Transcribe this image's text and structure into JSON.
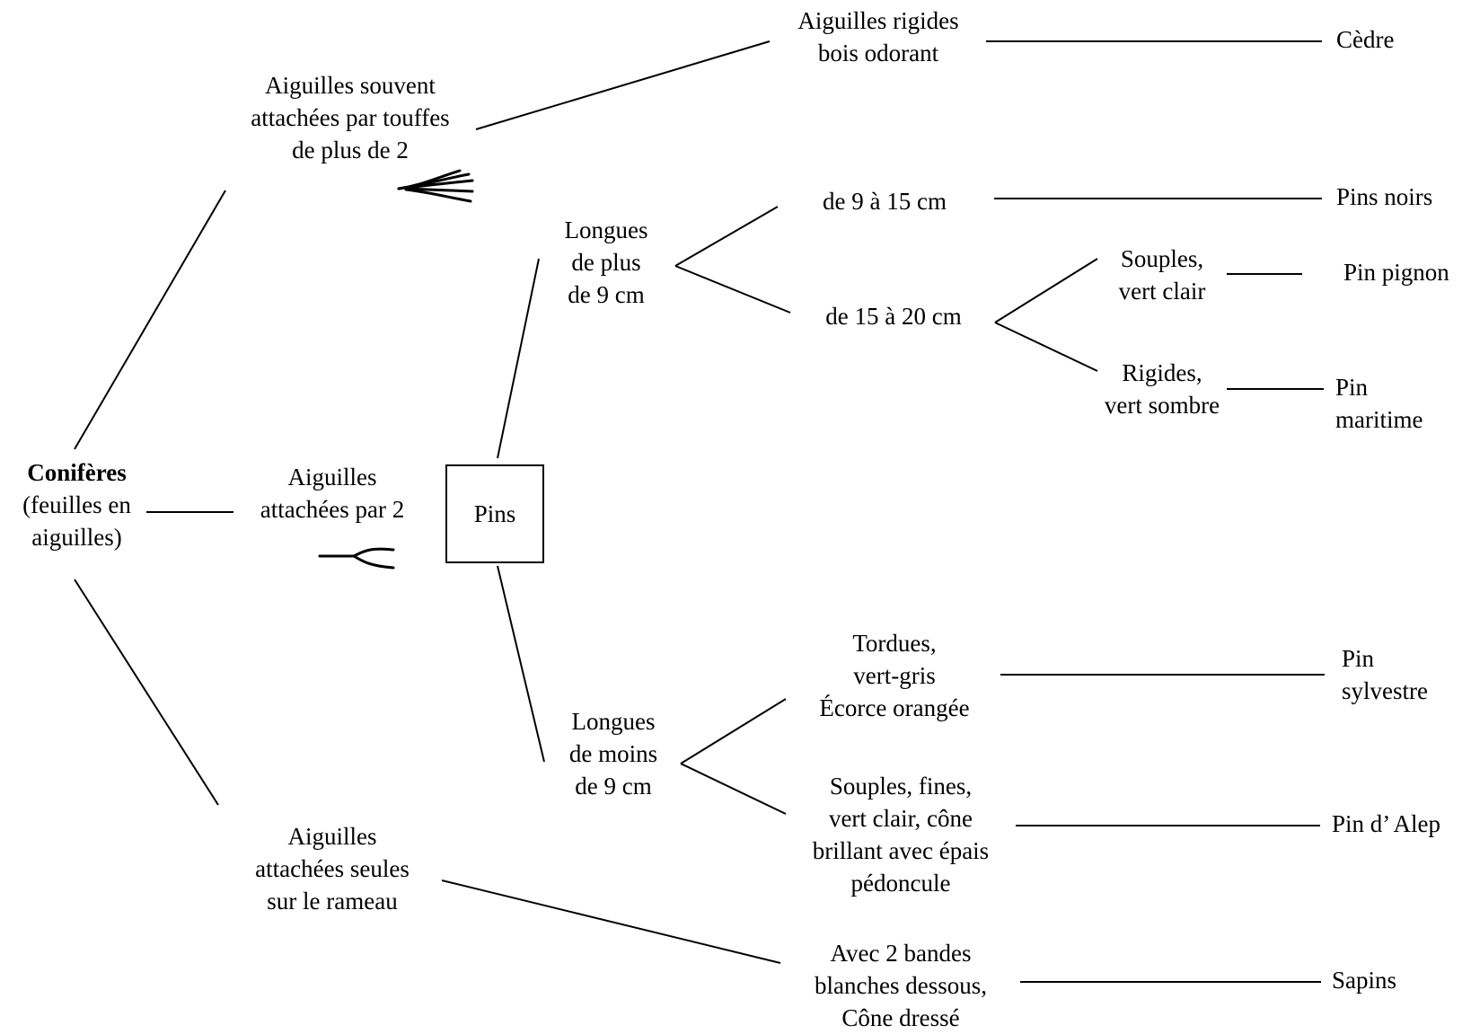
{
  "root": {
    "title": "Conifères",
    "subtitle_lines": [
      "(feuilles en",
      "aiguilles)"
    ]
  },
  "branches": {
    "tufts": [
      "Aiguilles souvent",
      "attachées par touffes",
      "de plus de 2"
    ],
    "pairs": [
      "Aiguilles",
      "attachées par 2"
    ],
    "single": [
      "Aiguilles",
      "attachées seules",
      "sur le rameau"
    ]
  },
  "pins_box": "Pins",
  "long_more": [
    "Longues",
    "de plus",
    "de 9 cm"
  ],
  "long_less": [
    "Longues",
    "de moins",
    "de 9 cm"
  ],
  "rigid_fragrant": [
    "Aiguilles rigides",
    "bois odorant"
  ],
  "len_9_15": "de 9 à 15 cm",
  "len_15_20": "de 15 à 20 cm",
  "souples_clair": [
    "Souples,",
    "vert clair"
  ],
  "rigides_sombre": [
    "Rigides,",
    "vert sombre"
  ],
  "tordues": [
    "Tordues,",
    "vert-gris",
    "Écorce orangée"
  ],
  "souples_fines": [
    "Souples, fines,",
    "vert clair, cône",
    "brillant avec épais",
    "pédoncule"
  ],
  "bandes": [
    "Avec 2 bandes",
    "blanches dessous,",
    "Cône dressé"
  ],
  "species": {
    "cedre": [
      "Cèdre"
    ],
    "pins_noirs": [
      "Pins noirs"
    ],
    "pin_pignon": [
      "Pin pignon"
    ],
    "pin_maritime": [
      "Pin",
      "maritime"
    ],
    "pin_sylvestre": [
      "Pin",
      "sylvestre"
    ],
    "pin_alep": [
      "Pin d’ Alep"
    ],
    "sapins": [
      "Sapins"
    ]
  },
  "icons": {
    "tuft": "needle-tuft-icon",
    "pair": "needle-pair-icon"
  },
  "colors": {
    "line": "#000000",
    "background": "#ffffff"
  }
}
